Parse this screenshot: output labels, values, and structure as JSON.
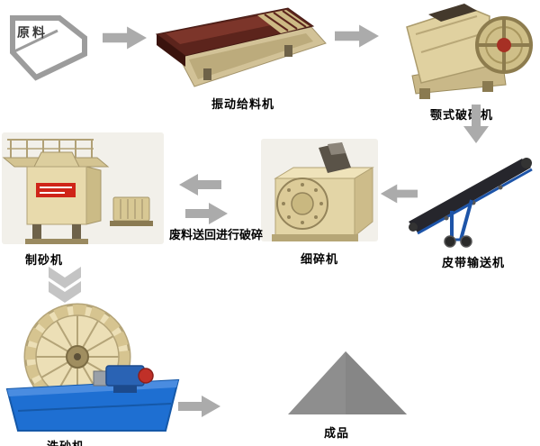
{
  "diagram": {
    "type": "process-flow",
    "nodes": {
      "raw_material": {
        "label": "原料"
      },
      "vibrating_feeder": {
        "label": "振动给料机"
      },
      "jaw_crusher": {
        "label": "颚式破碎机"
      },
      "belt_conveyor": {
        "label": "皮带输送机"
      },
      "fine_crusher": {
        "label": "细碎机"
      },
      "sand_maker": {
        "label": "制砂机"
      },
      "sand_washer": {
        "label": "洗砂机"
      },
      "finished_product": {
        "label": "成品"
      }
    },
    "edges": [
      {
        "from": "raw_material",
        "to": "vibrating_feeder",
        "direction": "right"
      },
      {
        "from": "vibrating_feeder",
        "to": "jaw_crusher",
        "direction": "right"
      },
      {
        "from": "jaw_crusher",
        "to": "belt_conveyor",
        "direction": "down"
      },
      {
        "from": "belt_conveyor",
        "to": "fine_crusher",
        "direction": "left"
      },
      {
        "from": "fine_crusher",
        "to": "sand_maker",
        "direction": "left"
      },
      {
        "from": "sand_maker",
        "to": "fine_crusher",
        "direction": "right",
        "label": "废料送回进行破碎"
      },
      {
        "from": "sand_maker",
        "to": "sand_washer",
        "direction": "down"
      },
      {
        "from": "sand_washer",
        "to": "finished_product",
        "direction": "right"
      }
    ]
  },
  "colors": {
    "background": "#ffffff",
    "arrow_gray": "#ababab",
    "double_arrow_gray": "#c4c4c4",
    "label_black": "#000000",
    "machine_beige": "#e3d5a6",
    "feeder_maroon": "#5c241c",
    "washer_tank_blue": "#1e6fd2",
    "conveyor_frame_blue": "#1d54a8",
    "product_pile_gray": "#8e8e8e",
    "raw_material_outline_gray": "#9c9c9c"
  }
}
